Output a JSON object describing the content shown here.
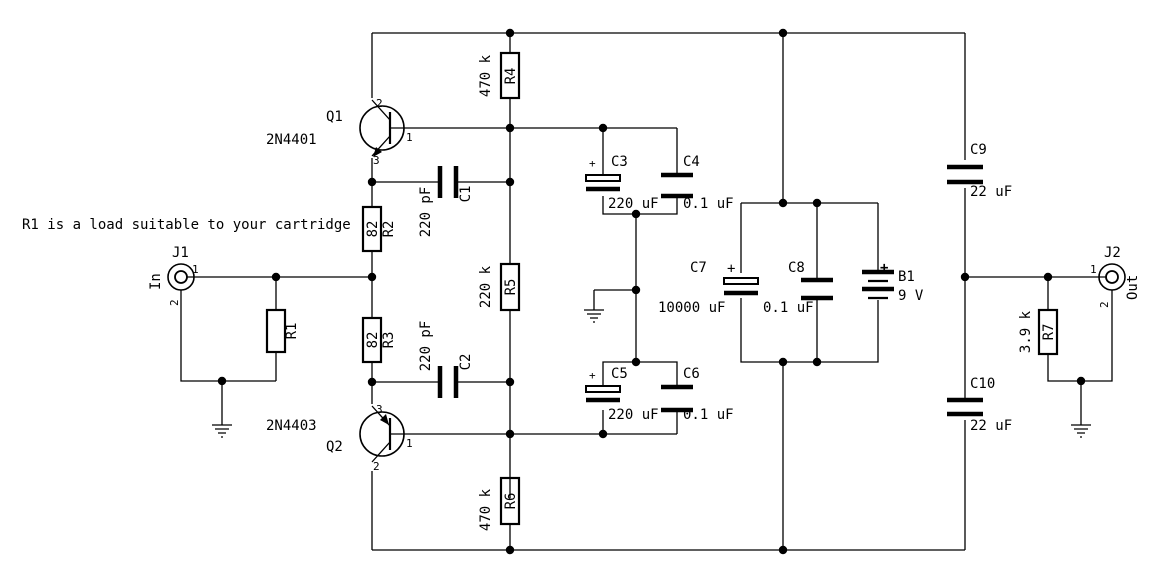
{
  "note": "R1 is a load suitable to your cartridge",
  "components": {
    "J1": {
      "ref": "J1",
      "label": "In",
      "pin1": "1",
      "pin2": "2"
    },
    "J2": {
      "ref": "J2",
      "label": "Out",
      "pin1": "1",
      "pin2": "2"
    },
    "Q1": {
      "ref": "Q1",
      "value": "2N4401",
      "pin1": "1",
      "pin2": "2",
      "pin3": "3"
    },
    "Q2": {
      "ref": "Q2",
      "value": "2N4403",
      "pin1": "1",
      "pin2": "2",
      "pin3": "3"
    },
    "R1": {
      "ref": "R1"
    },
    "R2": {
      "ref": "R2",
      "value": "82"
    },
    "R3": {
      "ref": "R3",
      "value": "82"
    },
    "R4": {
      "ref": "R4",
      "value": "470 k"
    },
    "R5": {
      "ref": "R5",
      "value": "220 k"
    },
    "R6": {
      "ref": "R6",
      "value": "470 k"
    },
    "R7": {
      "ref": "R7",
      "value": "3.9 k"
    },
    "C1": {
      "ref": "C1",
      "value": "220 pF"
    },
    "C2": {
      "ref": "C2",
      "value": "220 pF"
    },
    "C3": {
      "ref": "C3",
      "value": "220 uF"
    },
    "C4": {
      "ref": "C4",
      "value": "0.1 uF"
    },
    "C5": {
      "ref": "C5",
      "value": "220 uF"
    },
    "C6": {
      "ref": "C6",
      "value": "0.1 uF"
    },
    "C7": {
      "ref": "C7",
      "value": "10000 uF"
    },
    "C8": {
      "ref": "C8",
      "value": "0.1 uF"
    },
    "B1": {
      "ref": "B1",
      "value": "9 V"
    },
    "C9": {
      "ref": "C9",
      "value": "22 uF"
    },
    "C10": {
      "ref": "C10",
      "value": "22 uF"
    }
  },
  "symbols": {
    "plus": "+"
  }
}
